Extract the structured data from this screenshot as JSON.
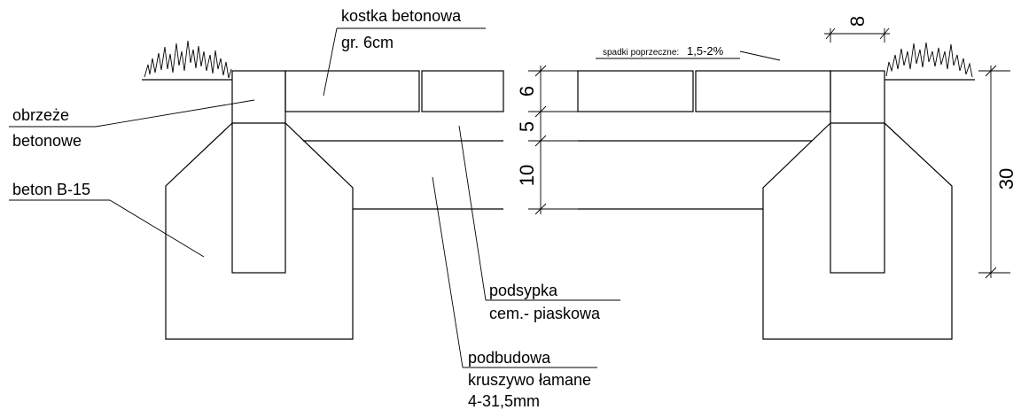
{
  "labels": {
    "kostka_line1": "kostka betonowa",
    "kostka_line2": "gr. 6cm",
    "obrzeze_line1": "obrzeże",
    "obrzeze_line2": "betonowe",
    "beton": "beton B-15",
    "podsypka_line1": "podsypka",
    "podsypka_line2": "cem.- piaskowa",
    "podbudowa_line1": "podbudowa",
    "podbudowa_line2": "kruszywo łamane",
    "podbudowa_line3": "4-31,5mm",
    "spadki_prefix": "spadki poprzeczne:",
    "spadki_value": "1,5-2%"
  },
  "dimensions": {
    "d6": "6",
    "d5": "5",
    "d10": "10",
    "d30": "30",
    "d8": "8"
  }
}
